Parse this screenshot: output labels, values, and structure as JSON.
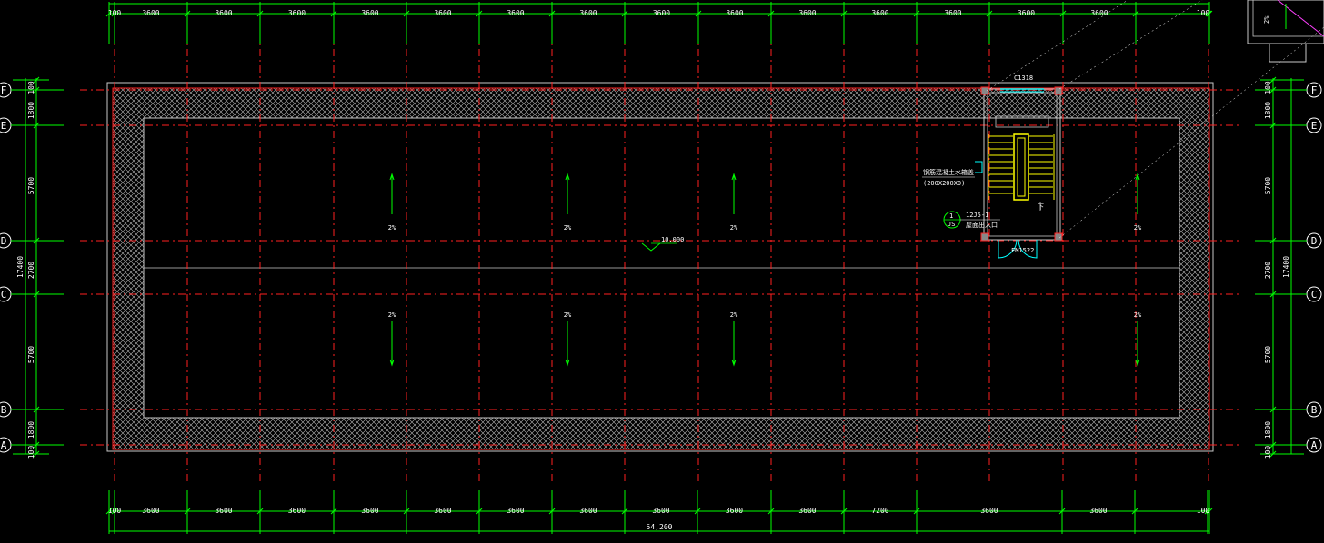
{
  "axes": {
    "rows": [
      "F",
      "E",
      "D",
      "C",
      "B",
      "A"
    ]
  },
  "dims": {
    "top_bays": [
      "3600",
      "3600",
      "3600",
      "3600",
      "3600",
      "3600",
      "3600",
      "3600",
      "3600",
      "3600",
      "3600",
      "3600",
      "3600",
      "3600"
    ],
    "bottom_bays": [
      "3600",
      "3600",
      "3600",
      "3600",
      "3600",
      "3600",
      "3600",
      "3600",
      "3600",
      "3600",
      "7200",
      "3600",
      "3600"
    ],
    "end_offset": "100",
    "total_width": "54,200",
    "left_segments": [
      "100",
      "1800",
      "5700",
      "2700",
      "5700",
      "1800",
      "100"
    ],
    "left_total": "17400",
    "right_segments": [
      "100",
      "1800",
      "5700",
      "2700",
      "5700",
      "1800",
      "100"
    ],
    "right_total": "17400"
  },
  "roof": {
    "slope": "2%",
    "level": "10.000",
    "stair_window": "C1318",
    "stair_door": "FM1522",
    "stair_note_1": "钢筋混凝土水箱盖",
    "stair_note_2": "(200X200X0)",
    "detail_ref_number": "1",
    "detail_ref_sheet": "JS",
    "detail_ref_code": "12J5-1",
    "detail_ref_text": "屋面出入口",
    "stair_arrow": "下"
  },
  "colors": {
    "background": "#000000",
    "grid_line": "#ff2020",
    "dimension": "#00ff00",
    "wall": "#ffffff",
    "parapet_hatch": "#c0c0c0",
    "stair_highlight": "#ffff00",
    "slope_arrow": "#00ff00",
    "door_swing": "#00ffff"
  }
}
